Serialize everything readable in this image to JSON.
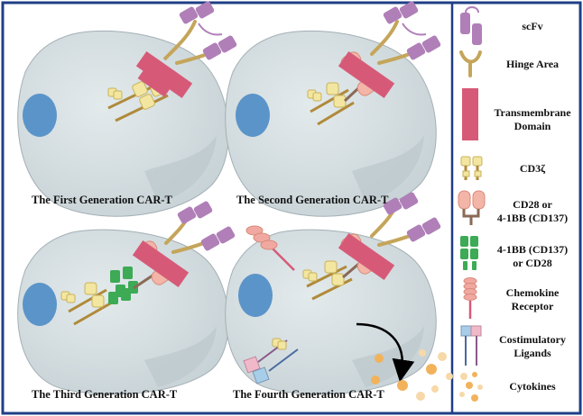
{
  "panels": [
    {
      "label": "The First Generation CAR-T"
    },
    {
      "label": "The Second Generation CAR-T"
    },
    {
      "label": "The Third Generation CAR-T"
    },
    {
      "label": "The Fourth Generation CAR-T"
    }
  ],
  "legend": {
    "scfv": "scFv",
    "hinge": "Hinge Area",
    "transmembrane_l1": "Transmembrane",
    "transmembrane_l2": "Domain",
    "cd3z": "CD3ζ",
    "cd28_l1": "CD28 or",
    "cd28_l2": "4-1BB (CD137)",
    "fourbb_l1": "4-1BB (CD137)",
    "fourbb_l2": "or CD28",
    "chemokine_l1": "Chemokine",
    "chemokine_l2": "Receptor",
    "costim_l1": "Costimulatory",
    "costim_l2": "Ligands",
    "cytokines": "Cytokines"
  },
  "colors": {
    "frame": "#1f3f86",
    "cell": "#d4dde0",
    "cell_edge": "#9aa7ad",
    "nucleus": "#5b94c9",
    "scfv": "#b07fb8",
    "hinge": "#c4a55a",
    "transmembrane": "#d65a78",
    "cd3z": "#f2e6a0",
    "cd28": "#f2b5a7",
    "fourbb": "#3daa55",
    "chemokine": "#f0a8a0",
    "ligand_blue": "#a8cde8",
    "ligand_pink": "#f0b8c8",
    "cytokine": "#f2b25c"
  }
}
